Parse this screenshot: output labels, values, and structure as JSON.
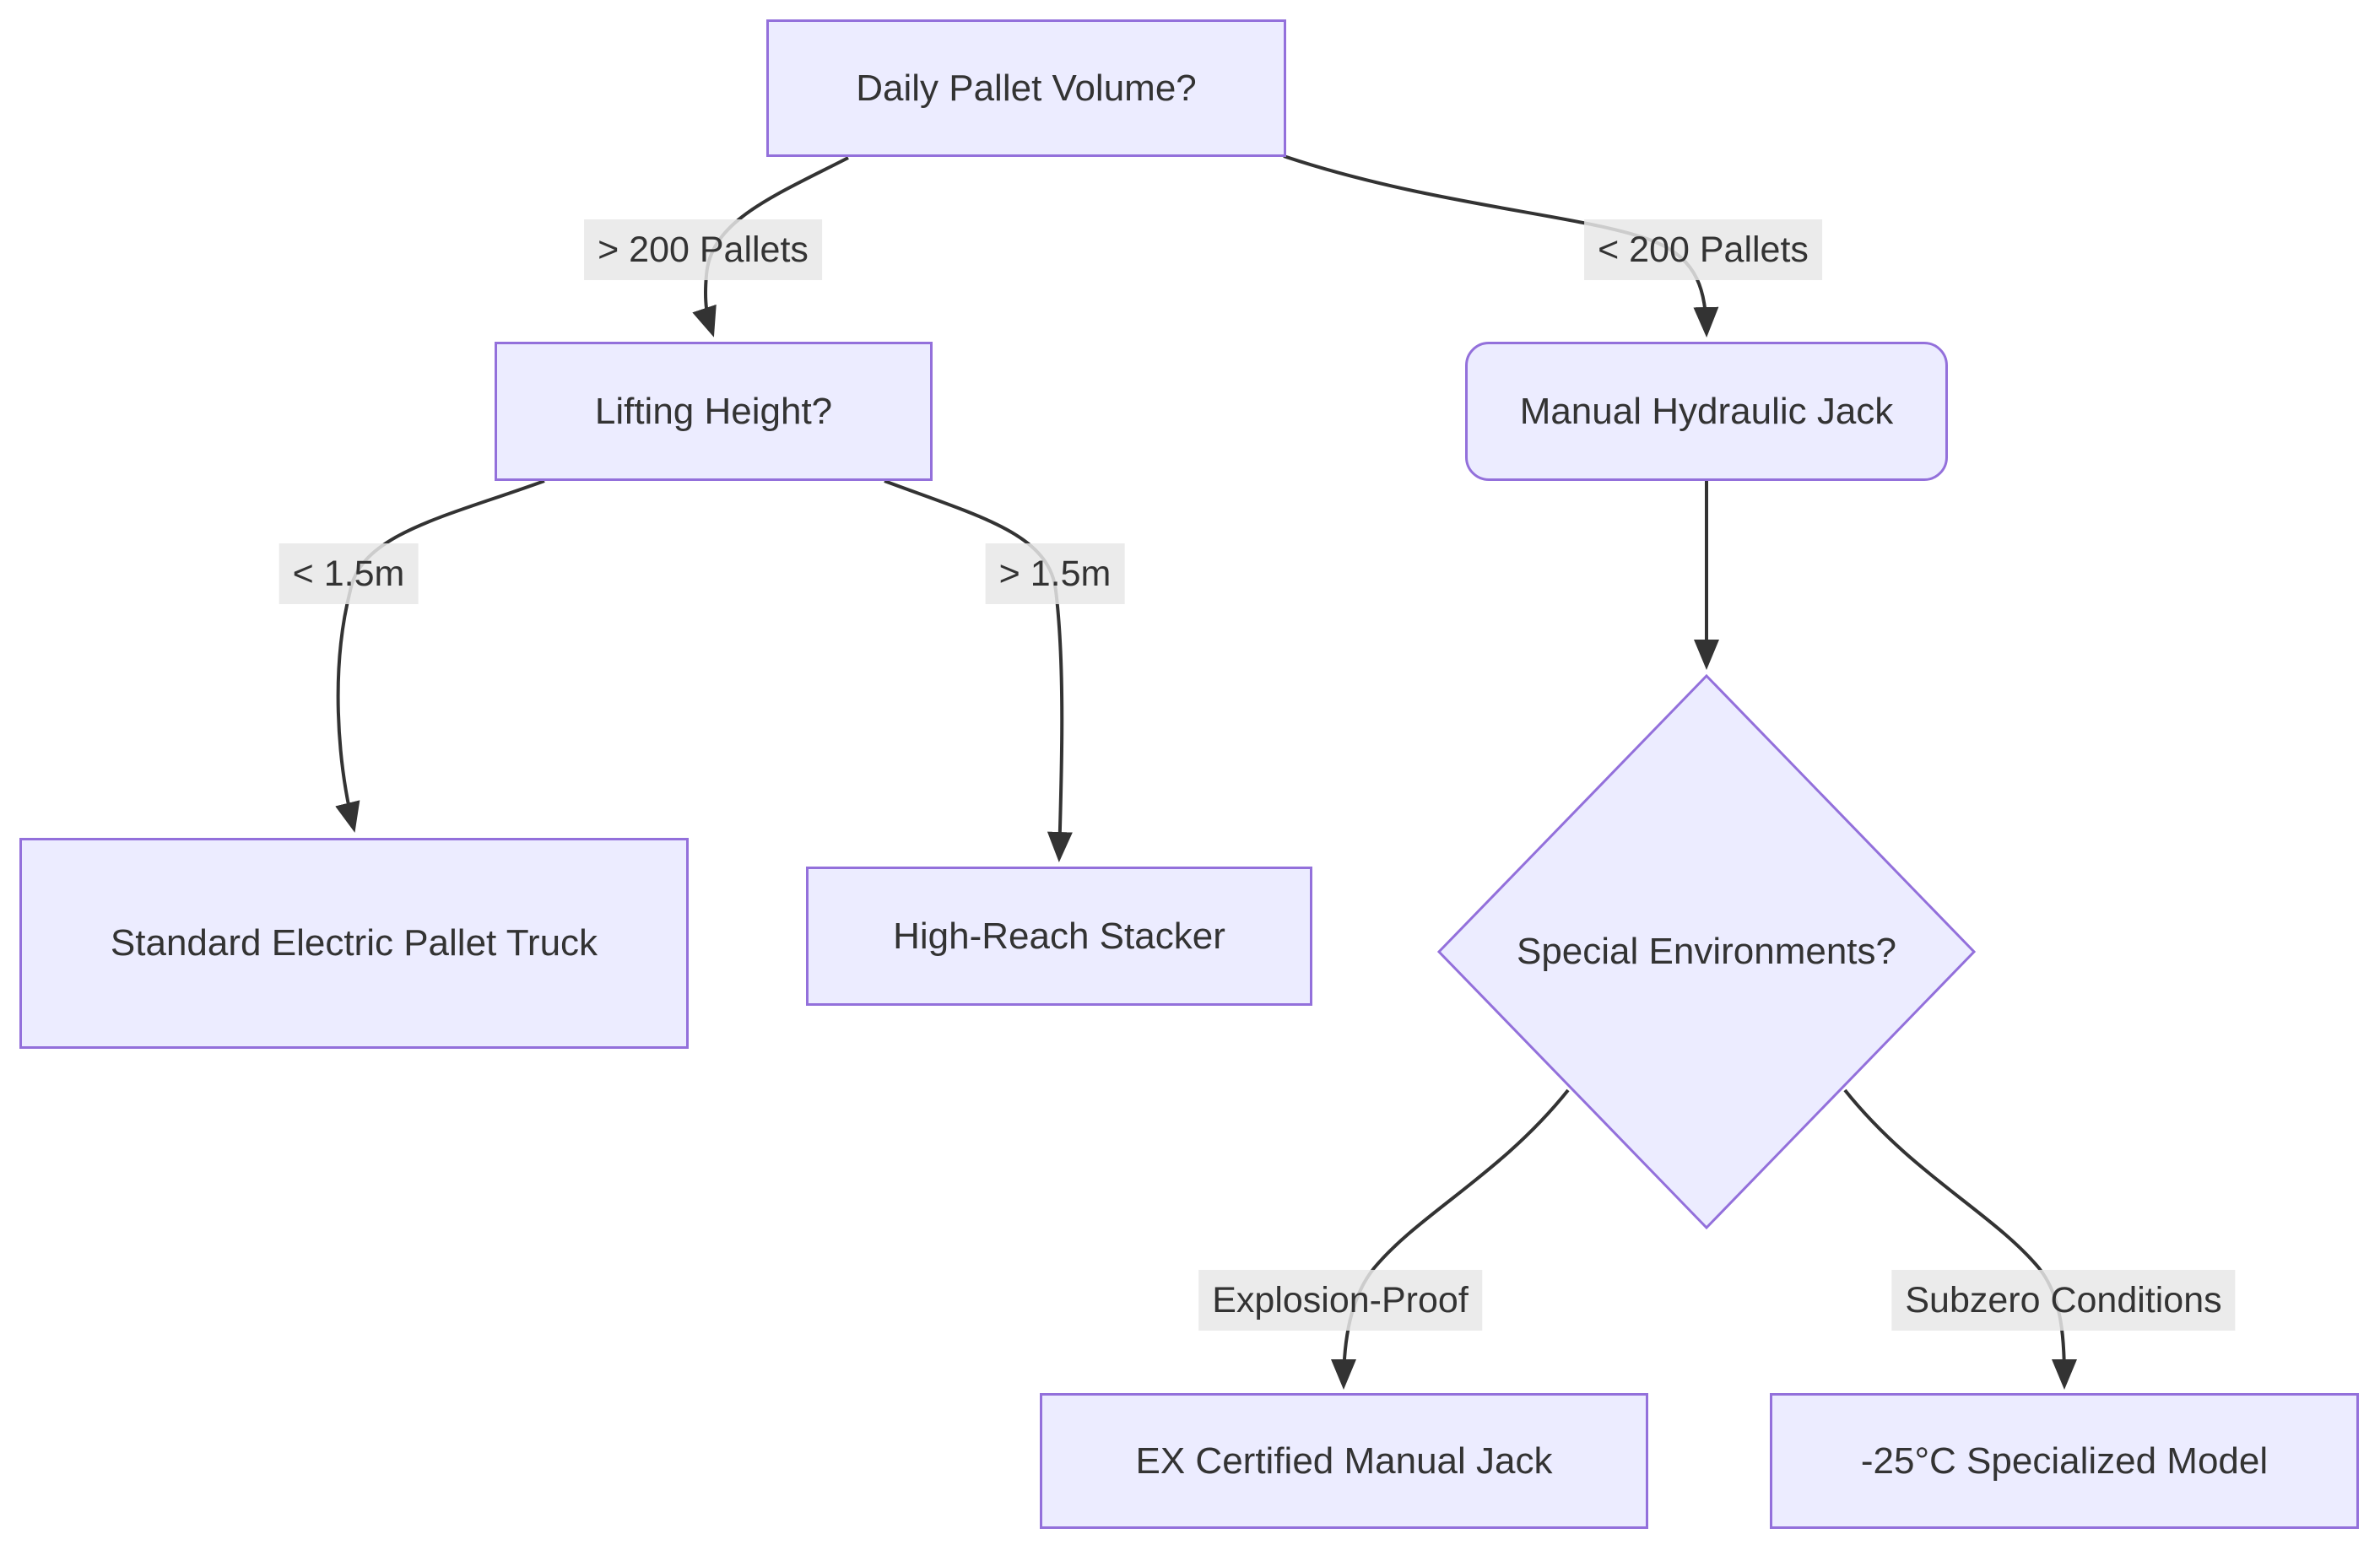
{
  "diagram": {
    "type": "flowchart",
    "direction": "top-down",
    "nodes": [
      {
        "id": "A",
        "label": "Daily Pallet Volume?",
        "shape": "rect"
      },
      {
        "id": "B",
        "label": "Lifting Height?",
        "shape": "rect"
      },
      {
        "id": "C",
        "label": "Manual Hydraulic Jack",
        "shape": "rounded-rect"
      },
      {
        "id": "D",
        "label": "Standard Electric Pallet Truck",
        "shape": "rect"
      },
      {
        "id": "E",
        "label": "High-Reach Stacker",
        "shape": "rect"
      },
      {
        "id": "F",
        "label": "Special Environments?",
        "shape": "diamond"
      },
      {
        "id": "G",
        "label": "EX Certified Manual Jack",
        "shape": "rect"
      },
      {
        "id": "H",
        "label": "-25°C Specialized Model",
        "shape": "rect"
      }
    ],
    "edges": [
      {
        "from": "A",
        "to": "B",
        "label": "> 200 Pallets"
      },
      {
        "from": "A",
        "to": "C",
        "label": "< 200 Pallets"
      },
      {
        "from": "B",
        "to": "D",
        "label": "< 1.5m"
      },
      {
        "from": "B",
        "to": "E",
        "label": "> 1.5m"
      },
      {
        "from": "C",
        "to": "F",
        "label": ""
      },
      {
        "from": "F",
        "to": "G",
        "label": "Explosion-Proof"
      },
      {
        "from": "F",
        "to": "H",
        "label": "Subzero Conditions"
      }
    ],
    "colors": {
      "node_fill": "#ECECFF",
      "node_border": "#9370DB",
      "node_text": "#333333",
      "edge_line": "#333333",
      "edge_label_bg": "#e8e8e8",
      "edge_label_text": "#333333",
      "background": "#ffffff"
    }
  }
}
